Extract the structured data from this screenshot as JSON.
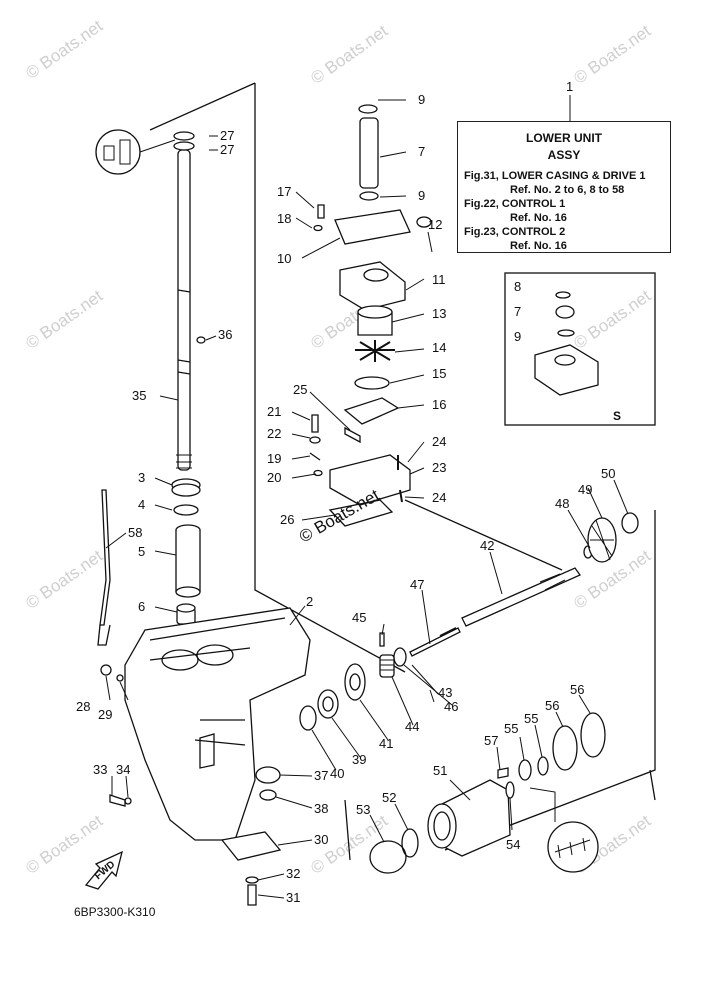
{
  "watermark": "© Boats.net",
  "copyright_center": "© Boats.net",
  "figure_code": "6BP3300-K310",
  "infobox": {
    "ref_number": "1",
    "title_line1": "LOWER UNIT",
    "title_line2": "ASSY",
    "line1": "Fig.31, LOWER CASING & DRIVE 1",
    "line2": "Ref. No. 2 to 6, 8 to 58",
    "line3": "Fig.22, CONTROL 1",
    "line4": "Ref. No. 16",
    "line5": "Fig.23, CONTROL 2",
    "line6": "Ref. No. 16"
  },
  "inset_letter": "S",
  "fwd_label": "FWD",
  "callouts": {
    "c2": "2",
    "c3": "3",
    "c4": "4",
    "c5": "5",
    "c6": "6",
    "c7": "7",
    "c7b": "7",
    "c8": "8",
    "c9a": "9",
    "c9b": "9",
    "c9c": "9",
    "c10": "10",
    "c11": "11",
    "c12": "12",
    "c13": "13",
    "c14": "14",
    "c15": "15",
    "c16": "16",
    "c17": "17",
    "c18": "18",
    "c19": "19",
    "c20": "20",
    "c21": "21",
    "c22": "22",
    "c23": "23",
    "c24a": "24",
    "c24b": "24",
    "c25": "25",
    "c26": "26",
    "c27a": "27",
    "c27b": "27",
    "c28": "28",
    "c29": "29",
    "c30": "30",
    "c31": "31",
    "c32": "32",
    "c33": "33",
    "c34": "34",
    "c35": "35",
    "c36": "36",
    "c37": "37",
    "c38": "38",
    "c39": "39",
    "c40": "40",
    "c41": "41",
    "c42": "42",
    "c43": "43",
    "c44": "44",
    "c45": "45",
    "c46": "46",
    "c47": "47",
    "c48": "48",
    "c49": "49",
    "c50": "50",
    "c51": "51",
    "c52": "52",
    "c53": "53",
    "c54": "54",
    "c55a": "55",
    "c55b": "55",
    "c56a": "56",
    "c56b": "56",
    "c57": "57",
    "c58": "58"
  }
}
